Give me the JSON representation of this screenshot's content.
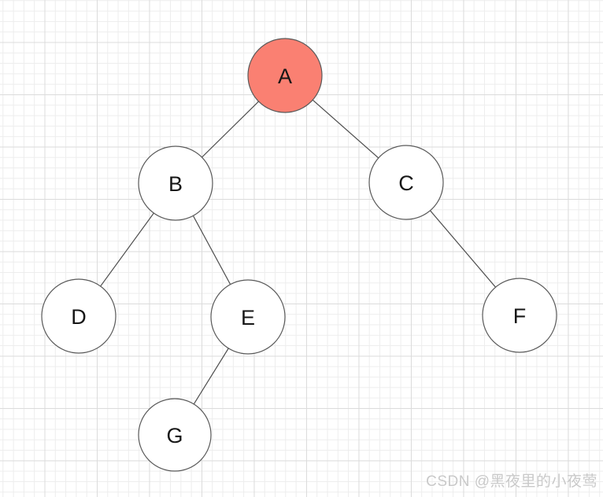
{
  "diagram": {
    "type": "binary-tree",
    "nodes": [
      {
        "id": "A",
        "label": "A",
        "role": "root",
        "highlighted": true
      },
      {
        "id": "B",
        "label": "B",
        "role": "child-of-A-left"
      },
      {
        "id": "C",
        "label": "C",
        "role": "child-of-A-right"
      },
      {
        "id": "D",
        "label": "D",
        "role": "child-of-B-left"
      },
      {
        "id": "E",
        "label": "E",
        "role": "child-of-B-right"
      },
      {
        "id": "F",
        "label": "F",
        "role": "child-of-C-right"
      },
      {
        "id": "G",
        "label": "G",
        "role": "child-of-E-left"
      }
    ],
    "edges": [
      {
        "from": "A",
        "to": "B"
      },
      {
        "from": "A",
        "to": "C"
      },
      {
        "from": "B",
        "to": "D"
      },
      {
        "from": "B",
        "to": "E"
      },
      {
        "from": "C",
        "to": "F"
      },
      {
        "from": "E",
        "to": "G"
      }
    ],
    "colors": {
      "root_fill": "#fa8072",
      "node_fill": "#ffffff",
      "node_stroke": "#595959",
      "edge_stroke": "#4d4d4d",
      "label_color": "#161616",
      "grid_minor": "#ededed",
      "grid_major": "#dcdcdc"
    }
  },
  "watermark": {
    "text": "CSDN @黑夜里的小夜莺",
    "color": "#c9c9c9"
  }
}
